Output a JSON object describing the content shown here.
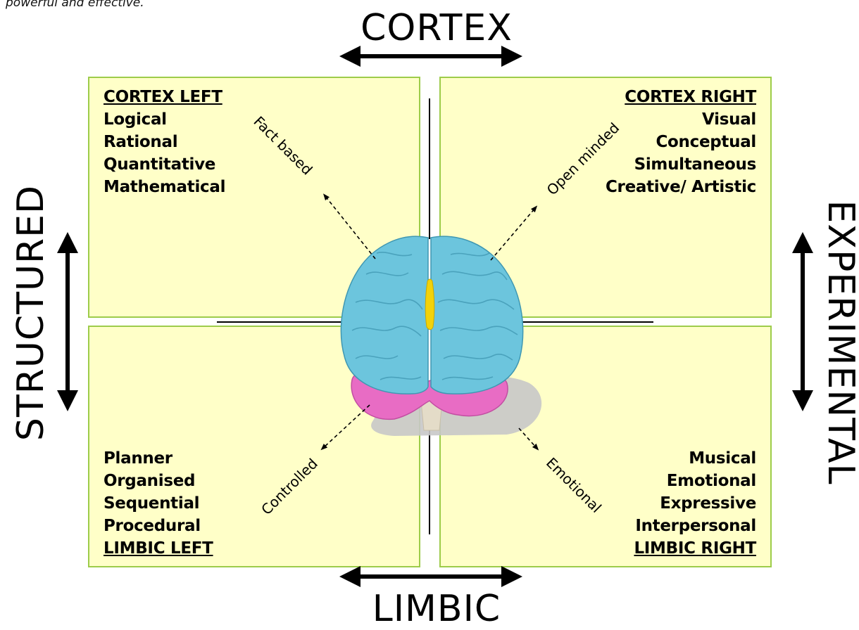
{
  "snippet": "powerful and effective.",
  "axes": {
    "top": "CORTEX",
    "bottom": "LIMBIC",
    "left": "STRUCTURED",
    "right": "EXPERIMENTAL"
  },
  "quadrants": {
    "top_left": {
      "heading": "CORTEX LEFT",
      "items": [
        "Logical",
        "Rational",
        "Quantitative",
        "Mathematical"
      ],
      "direction": "Fact based"
    },
    "top_right": {
      "heading": "CORTEX RIGHT",
      "items": [
        "Visual",
        "Conceptual",
        "Simultaneous",
        "Creative/ Artistic"
      ],
      "direction": "Open minded"
    },
    "bottom_left": {
      "heading": "LIMBIC LEFT",
      "items": [
        "Planner",
        "Organised",
        "Sequential",
        "Procedural"
      ],
      "direction": "Controlled"
    },
    "bottom_right": {
      "heading": "LIMBIC RIGHT",
      "items": [
        "Musical",
        "Emotional",
        "Expressive",
        "Interpersonal"
      ],
      "direction": "Emotional"
    }
  },
  "colors": {
    "quadrant_fill": "#ffffc8",
    "quadrant_border": "#9dcc4a",
    "brain_cortex": "#6cc5dd",
    "brain_midline": "#f2d20a",
    "brain_limbic": "#e86cc4",
    "shadow": "#c6c6c6"
  }
}
